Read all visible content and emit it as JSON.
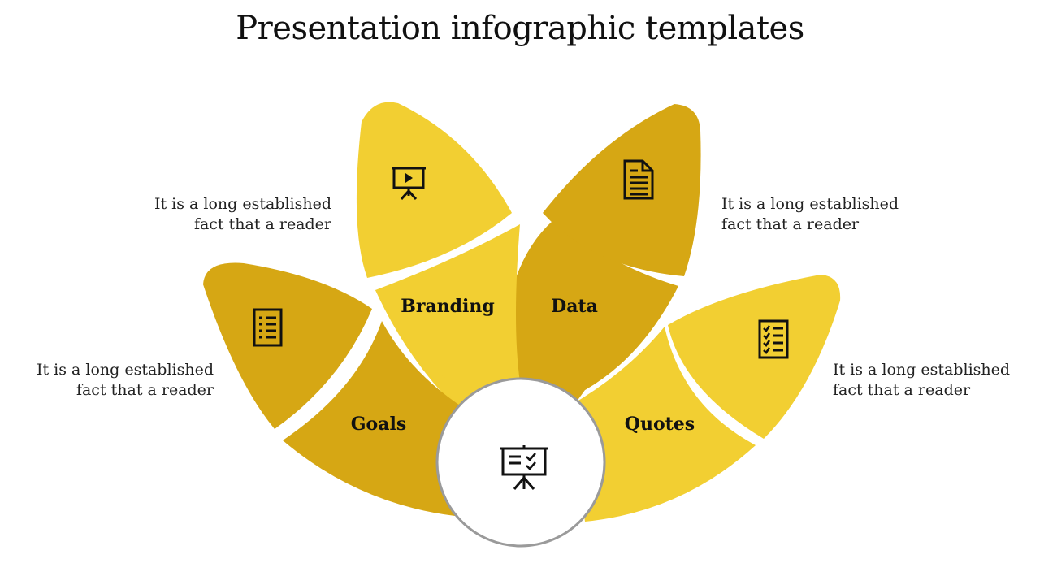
{
  "title": "Presentation infographic templates",
  "colors": {
    "light_yellow": "#F2CF32",
    "dark_yellow": "#D6A714",
    "icon": "#111111",
    "center_fill": "#FFFFFF",
    "center_ring": "#9A9A9A"
  },
  "segments": [
    {
      "label": "Goals",
      "color": "dark"
    },
    {
      "label": "Branding",
      "color": "light"
    },
    {
      "label": "Data",
      "color": "dark"
    },
    {
      "label": "Quotes",
      "color": "light"
    }
  ],
  "petals": [
    {
      "icon": "checklist-icon",
      "color": "dark"
    },
    {
      "icon": "presentation-play-icon",
      "color": "light"
    },
    {
      "icon": "document-icon",
      "color": "dark"
    },
    {
      "icon": "checkbox-list-icon",
      "color": "light"
    }
  ],
  "center": {
    "icon": "presentation-board-icon"
  },
  "descriptions": [
    {
      "line1": "It is a long established",
      "line2": "fact that a reader"
    },
    {
      "line1": "It is a long established",
      "line2": "fact that a reader"
    },
    {
      "line1": "It is a long established",
      "line2": "fact that a reader"
    },
    {
      "line1": "It is a long established",
      "line2": "fact that a reader"
    }
  ]
}
